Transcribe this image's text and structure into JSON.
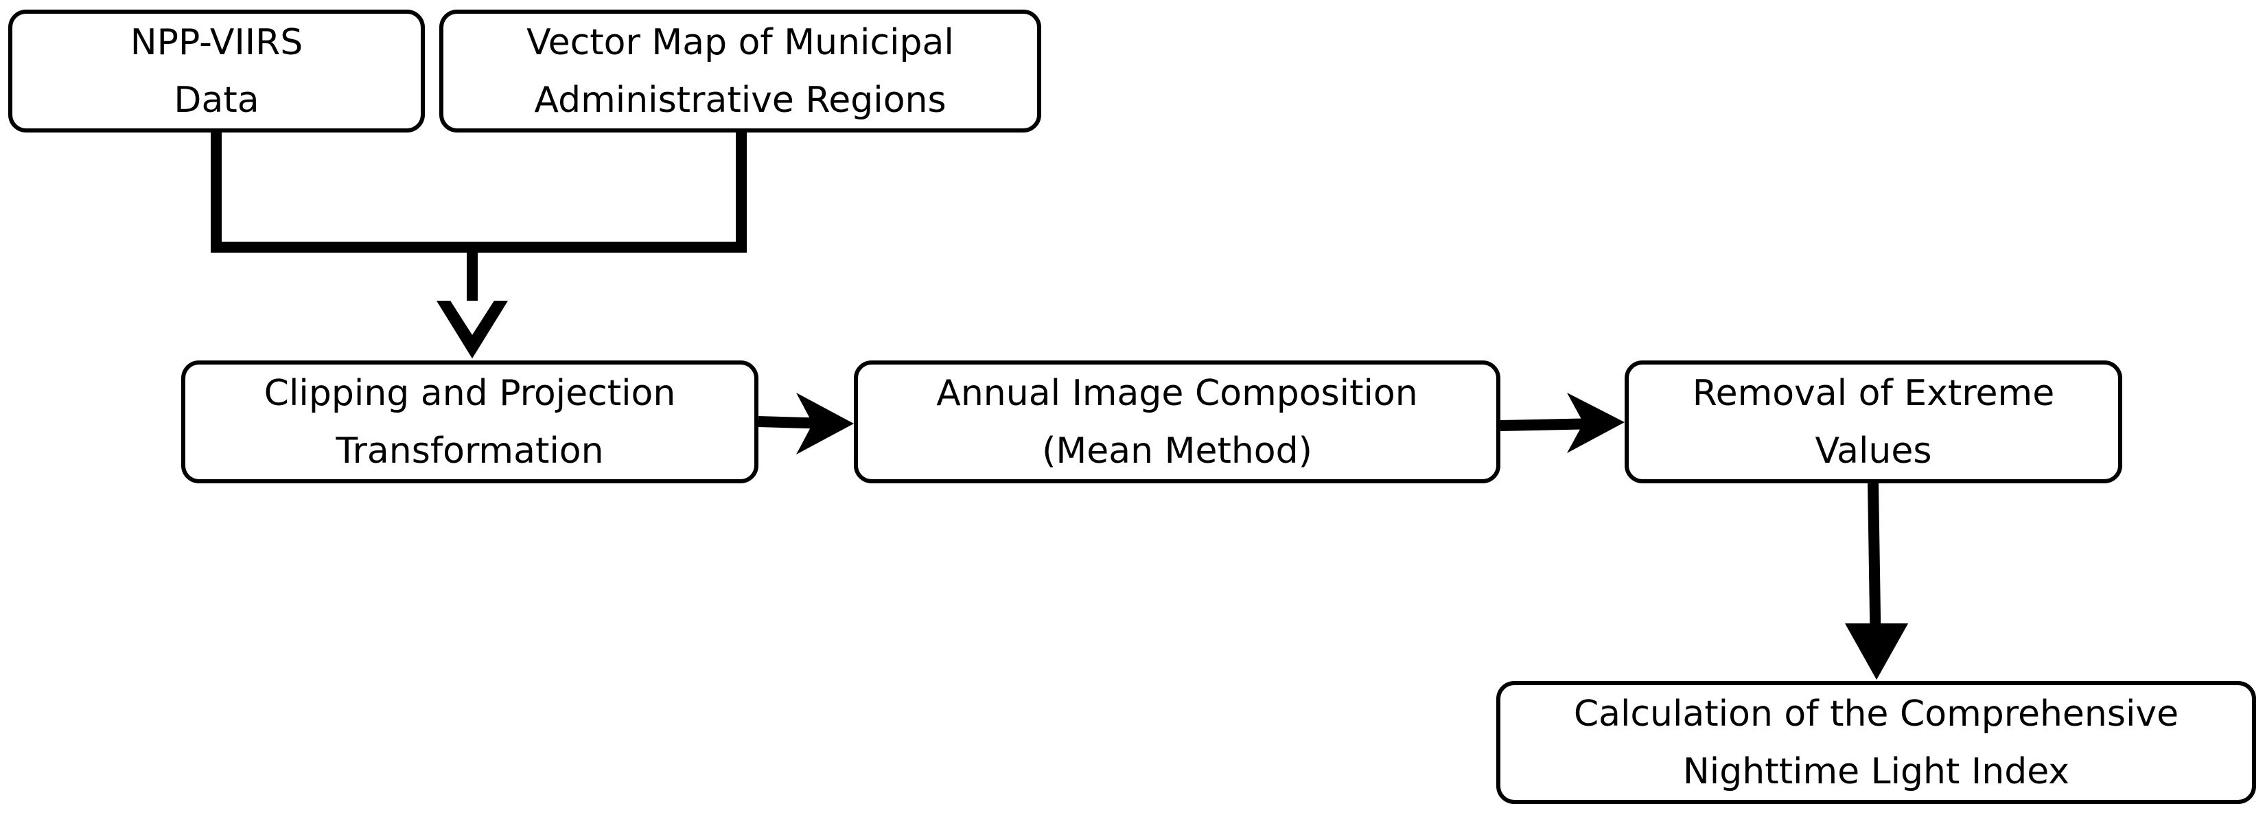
{
  "diagram": {
    "nodes": {
      "npp_viirs": {
        "lines": [
          "NPP-VIIRS",
          "Data"
        ]
      },
      "vector_map": {
        "lines": [
          "Vector Map of Municipal",
          "Administrative Regions"
        ]
      },
      "clipping": {
        "lines": [
          "Clipping and Projection",
          "Transformation"
        ]
      },
      "annual": {
        "lines": [
          "Annual Image Composition",
          "(Mean Method)"
        ]
      },
      "removal": {
        "lines": [
          "Removal of Extreme",
          "Values"
        ]
      },
      "calculation": {
        "lines": [
          "Calculation of the Comprehensive",
          "Nighttime Light Index"
        ]
      }
    },
    "edges": [
      {
        "from": "npp_viirs",
        "to": "clipping"
      },
      {
        "from": "vector_map",
        "to": "clipping"
      },
      {
        "from": "clipping",
        "to": "annual"
      },
      {
        "from": "annual",
        "to": "removal"
      },
      {
        "from": "removal",
        "to": "calculation"
      }
    ],
    "colors": {
      "stroke": "#000000",
      "fill": "#ffffff",
      "text": "#000000"
    }
  }
}
